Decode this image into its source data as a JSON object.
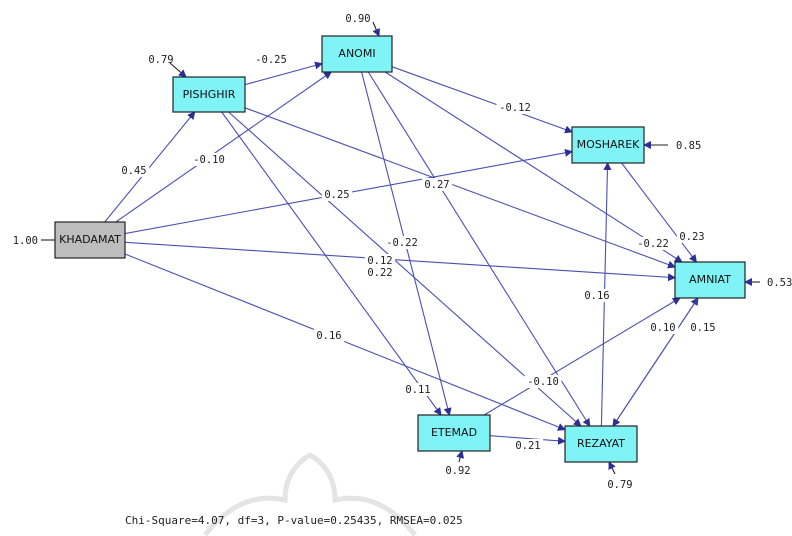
{
  "colors": {
    "endogenous": "#7ff3f5",
    "exogenous": "#bdbdbd",
    "path": "#4a4fb5",
    "node_border": "#222222"
  },
  "nodes": {
    "khadamat": "KHADAMAT",
    "pishghir": "PISHGHIR",
    "anomi": "ANOMI",
    "mosharek": "MOSHAREK",
    "amniat": "AMNIAT",
    "etemad": "ETEMAD",
    "rezayat": "REZAYAT"
  },
  "variances": {
    "khadamat": "1.00",
    "pishghir": "0.79",
    "anomi": "0.90",
    "mosharek": "0.85",
    "amniat": "0.53",
    "etemad": "0.92",
    "rezayat": "0.79"
  },
  "paths": [
    {
      "from": "pishghir",
      "to": "anomi",
      "label": "-0.25"
    },
    {
      "from": "khadamat",
      "to": "pishghir",
      "label": "0.45"
    },
    {
      "from": "khadamat",
      "to": "anomi",
      "label": "-0.10"
    },
    {
      "from": "anomi",
      "to": "mosharek",
      "label": "-0.12"
    },
    {
      "from": "khadamat",
      "to": "mosharek",
      "label": "0.25"
    },
    {
      "from": "pishghir",
      "to": "amniat",
      "label": "0.27"
    },
    {
      "from": "anomi",
      "to": "amniat",
      "label": "-0.22"
    },
    {
      "from": "mosharek",
      "to": "amniat",
      "label": "0.23"
    },
    {
      "from": "anomi",
      "to": "etemad",
      "label": "-0.22"
    },
    {
      "from": "khadamat",
      "to": "amniat",
      "label": "0.12"
    },
    {
      "from": "pishghir",
      "to": "rezayat",
      "label": "0.22"
    },
    {
      "from": "anomi",
      "to": "rezayat",
      "label": ""
    },
    {
      "from": "khadamat",
      "to": "rezayat",
      "label": "0.16"
    },
    {
      "from": "pishghir",
      "to": "etemad",
      "label": "0.11"
    },
    {
      "from": "rezayat",
      "to": "mosharek",
      "label": "0.16"
    },
    {
      "from": "etemad",
      "to": "amniat",
      "label": "0.10"
    },
    {
      "from": "rezayat",
      "to": "amniat",
      "label": "0.15"
    },
    {
      "from": "etemad",
      "to": "rezayat",
      "label": "0.21"
    },
    {
      "from": "amniat",
      "to": "rezayat",
      "label": "-0.10"
    }
  ],
  "fit_stats": "Chi-Square=4.07, df=3, P-value=0.25435, RMSEA=0.025"
}
